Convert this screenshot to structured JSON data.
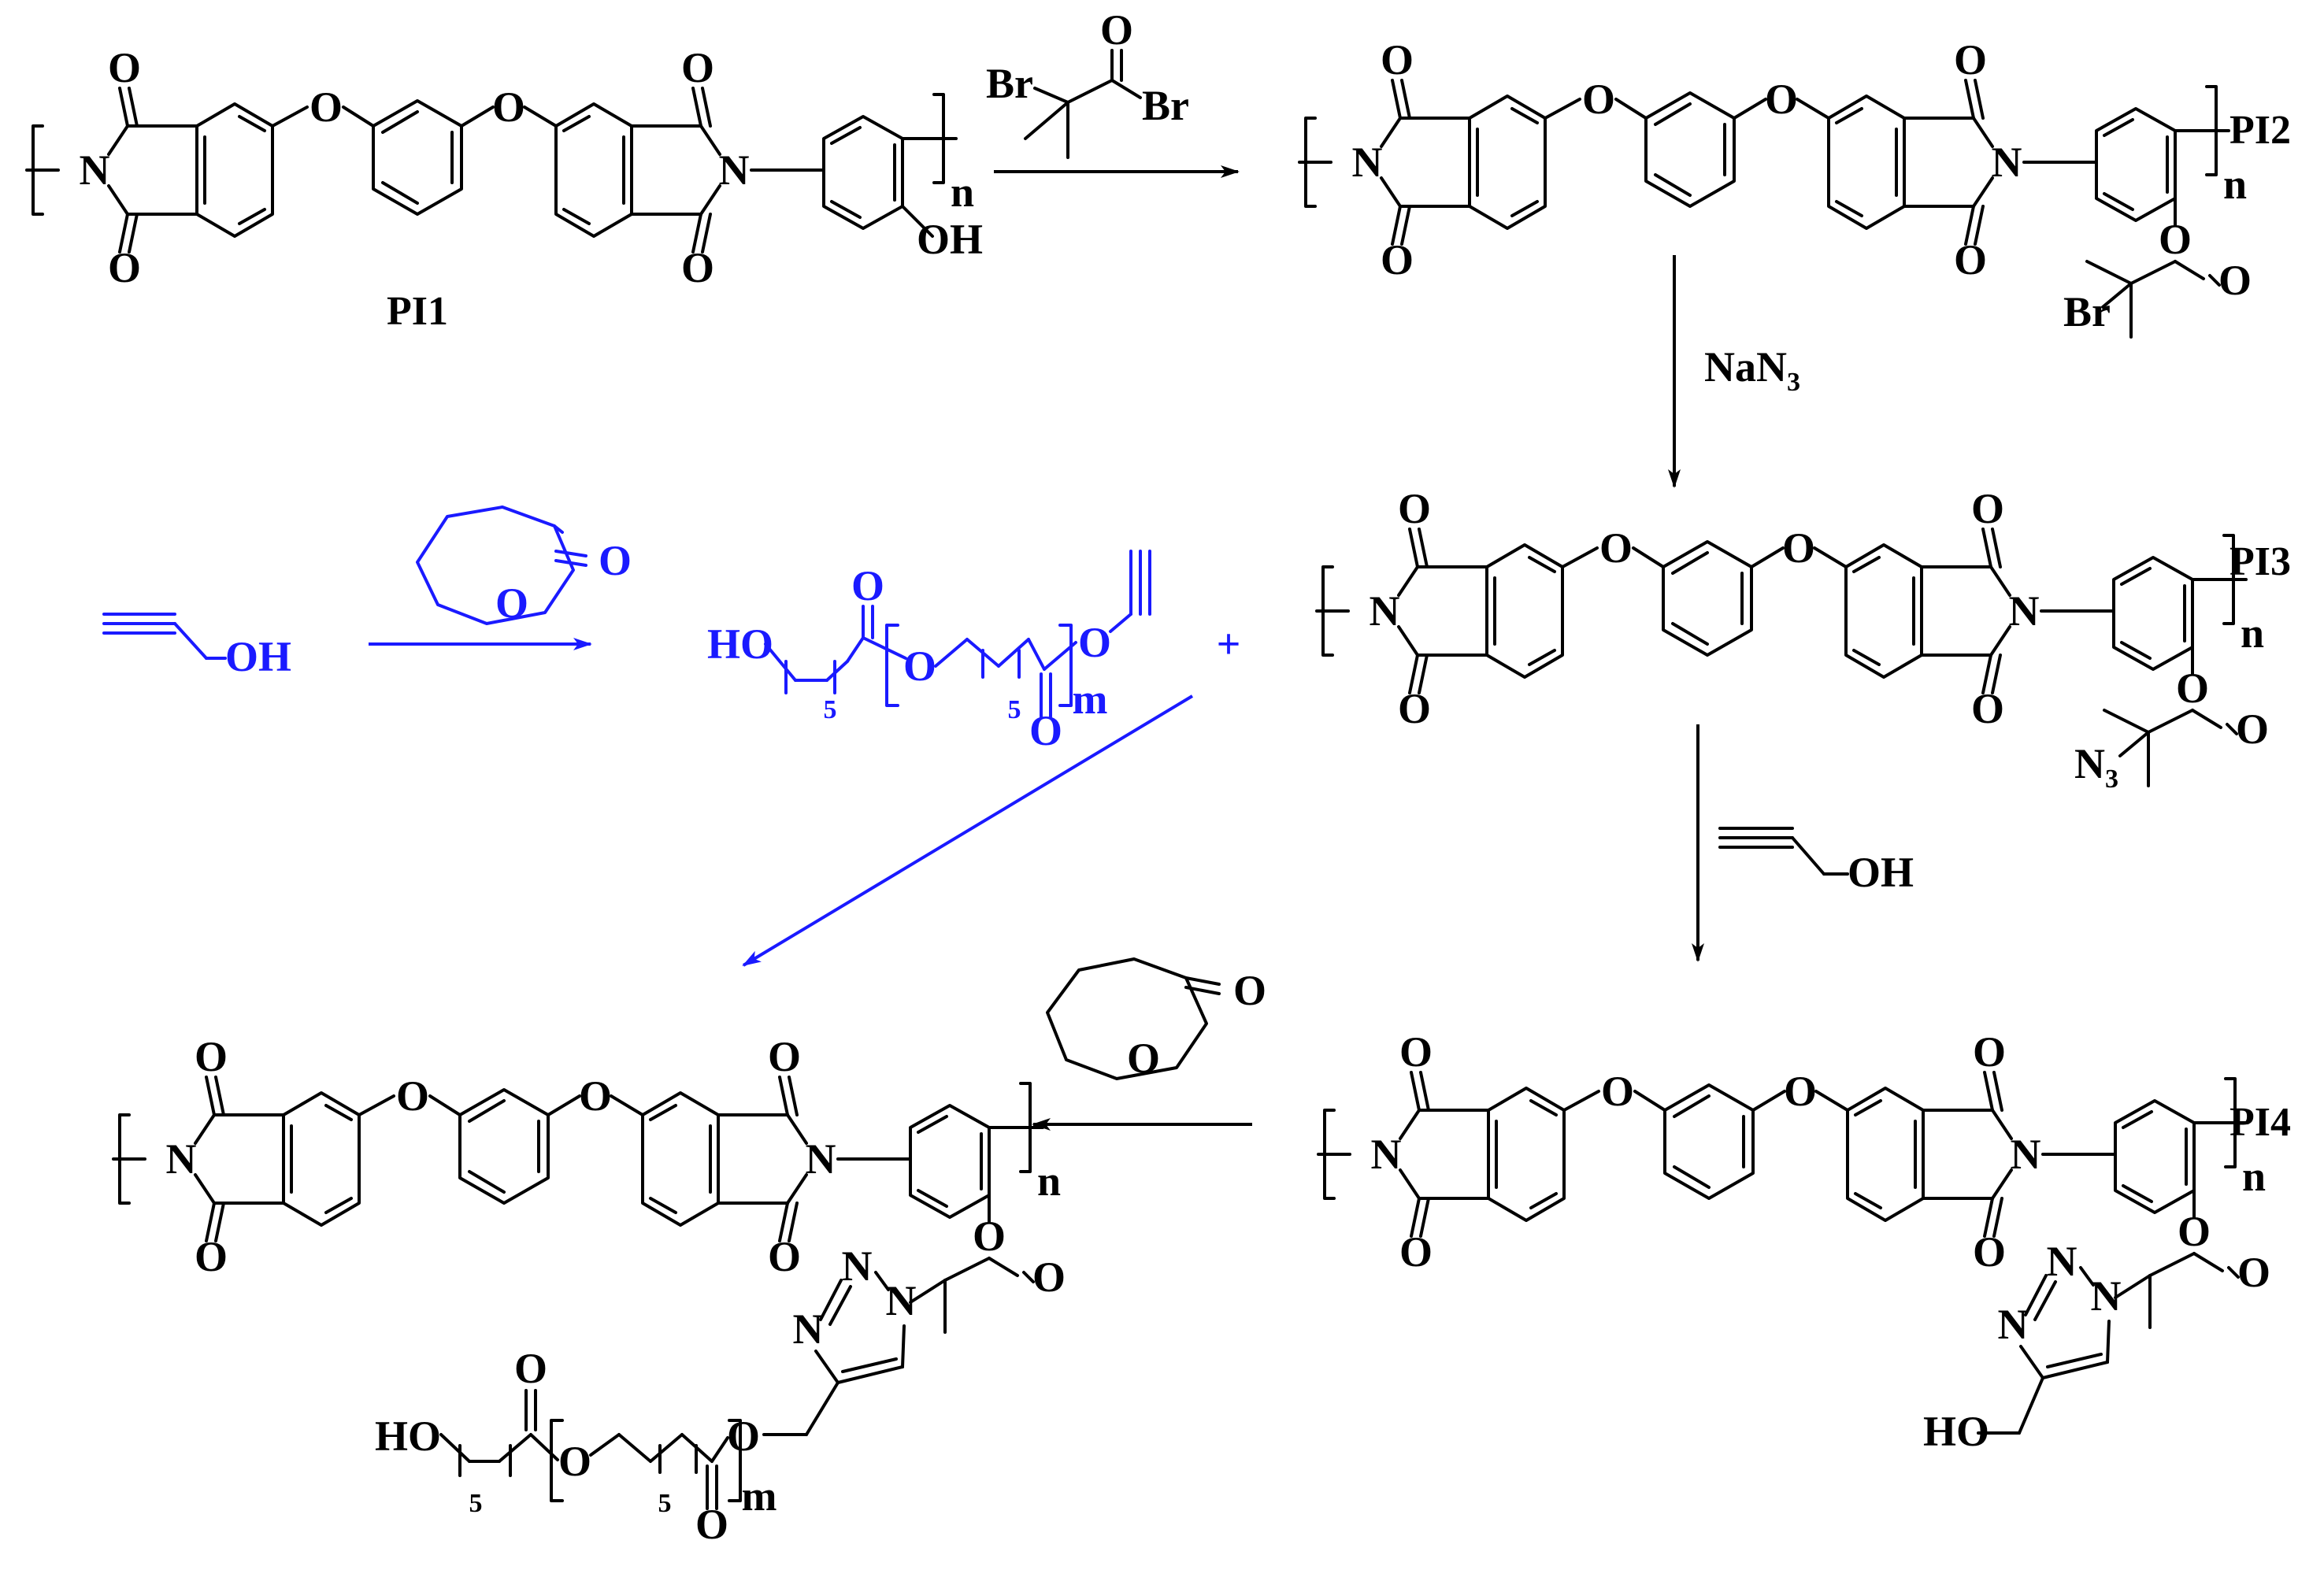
{
  "compounds": {
    "pi1": "PI1",
    "pi2": "PI2",
    "pi3": "PI3",
    "pi4": "PI4"
  },
  "reagents": {
    "bromide_br1": "Br",
    "bromide_br2": "Br",
    "azide_main": "NaN",
    "azide_sub": "3",
    "propargyl_oh": "OH",
    "caprolactone_o_ring": "O",
    "caprolactone_o_carbonyl": "O"
  },
  "atoms": {
    "O": "O",
    "N": "N",
    "OH": "OH",
    "HO": "HO",
    "Br": "Br",
    "n": "n",
    "m": "m",
    "five": "5",
    "azide_N": "N",
    "azide_3": "3",
    "plus": "+"
  }
}
